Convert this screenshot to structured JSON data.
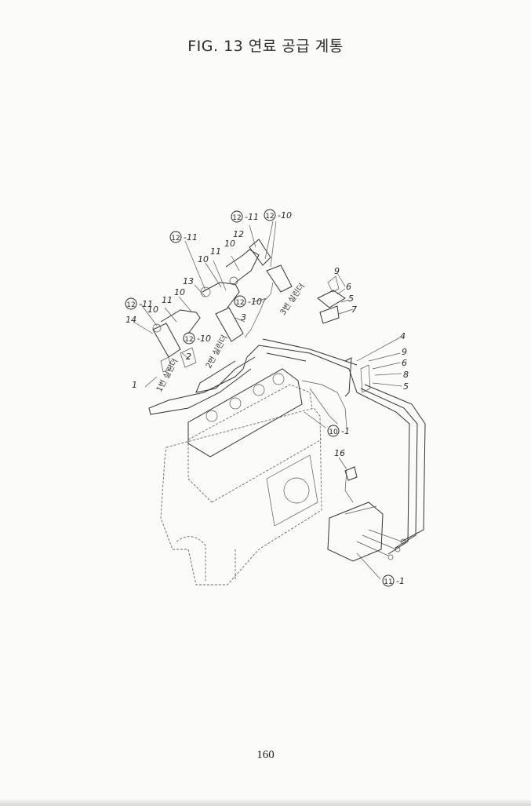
{
  "page": {
    "title": "FIG. 13 연료 공급 계통",
    "page_number": "160"
  },
  "diagram": {
    "callouts": {
      "c1": "1",
      "c2": "2",
      "c3": "3",
      "c4": "4",
      "c5a": "5",
      "c5b": "5",
      "c6a": "6",
      "c6b": "6",
      "c7": "7",
      "c8": "8",
      "c9a": "9",
      "c9b": "9",
      "c10a": "10",
      "c10b": "10",
      "c10c": "10",
      "c11a": "11",
      "c11b": "11",
      "c11c": "11",
      "c12": "12",
      "c13": "13",
      "c14": "14",
      "c16": "16",
      "c12_11a": "-11",
      "c12_11b": "-11",
      "c12_11c": "-11",
      "c12_10a": "-10",
      "c12_10b": "-10",
      "c12_10c": "-10",
      "c10_1": "-1",
      "c11_1": "-1",
      "circ12": "12",
      "circ10": "10",
      "circ11": "11"
    },
    "cylinder_labels": {
      "cyl1": "1번 실린더",
      "cyl2": "2번 실린더",
      "cyl3": "3번 실린더"
    }
  }
}
